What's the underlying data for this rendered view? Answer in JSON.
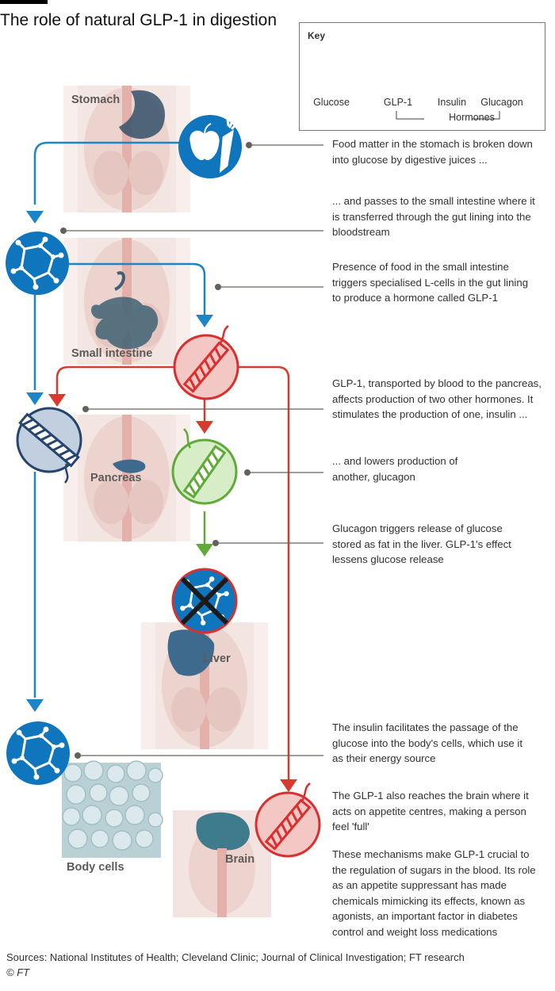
{
  "title": "The role of natural GLP-1 in digestion",
  "key": {
    "heading": "Key",
    "glucose": "Glucose",
    "glp1": "GLP-1",
    "insulin": "Insulin",
    "glucagon": "Glucagon",
    "hormones": "Hormones"
  },
  "organs": {
    "stomach": "Stomach",
    "small_intestine": "Small intestine",
    "pancreas": "Pancreas",
    "liver": "Liver",
    "body_cells": "Body cells",
    "brain": "Brain"
  },
  "annotations": [
    {
      "lines": [
        "Food matter in the stomach is broken down",
        "into glucose by digestive juices ..."
      ]
    },
    {
      "lines": [
        "... and passes to the small intestine where it",
        "is transferred through the gut lining into the",
        "bloodstream"
      ]
    },
    {
      "lines": [
        "Presence of food in the small intestine",
        "triggers specialised L-cells in the gut lining",
        "to produce a hormone called GLP-1"
      ]
    },
    {
      "lines": [
        "GLP-1, transported by blood to the pancreas,",
        "affects production of two other hormones. It",
        "stimulates the production of one, insulin ..."
      ]
    },
    {
      "lines": [
        "... and lowers production of",
        "another, glucagon"
      ]
    },
    {
      "lines": [
        "Glucagon triggers release of glucose",
        "stored as fat in the liver. GLP-1's effect",
        "lessens glucose release"
      ]
    },
    {
      "lines": [
        "The insulin facilitates the passage of the",
        "glucose into the body's cells, which use it",
        "as their energy source"
      ]
    },
    {
      "lines": [
        "The GLP-1 also reaches the brain where it",
        "acts on appetite centres, making a person",
        "feel 'full'"
      ]
    },
    {
      "lines": [
        "These mechanisms make GLP-1 crucial to",
        "the regulation of sugars in the blood. Its role",
        "as an appetite suppressant has made",
        "chemicals mimicking its effects, known as",
        "agonists, an important factor in diabetes",
        "control and weight loss medications"
      ]
    }
  ],
  "footer": {
    "sources": "Sources: National Institutes of Health; Cleveland Clinic; Journal of Clinical Investigation; FT research",
    "copyright": "© FT"
  },
  "colors": {
    "glucose_blue": "#0f75bd",
    "glp1_pink": "#f2c7c4",
    "glp1_red": "#d92f2f",
    "insulin_blue": "#c1cfdf",
    "insulin_navy": "#26456e",
    "glucagon_green": "#d6edc8",
    "glucagon_stroke": "#5faa38",
    "arrow_blue": "#1c85c8",
    "arrow_red": "#d83a2e",
    "arrow_green": "#5faa38"
  }
}
